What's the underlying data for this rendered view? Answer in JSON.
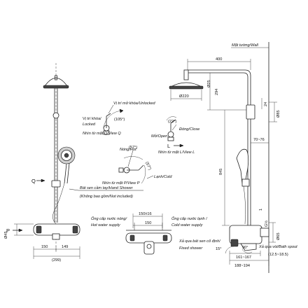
{
  "wall_label": "Mặt tường/Wall",
  "dims": {
    "w400": "400",
    "d220": "Ø220",
    "d25": "Ø25",
    "h294": "294",
    "h24": "24",
    "h85": "Ø85",
    "r7076": "70~76",
    "h845": "845",
    "h1": "1",
    "w150_16": "150±16",
    "w150": "150",
    "w149": "149",
    "w150b": "150",
    "w299": "(299)",
    "d45": "Ø45",
    "w161_167": "161~167",
    "w188_194": "188~194",
    "w12518": "(12.5~18.5)",
    "d15": "15°",
    "d90": "90°",
    "g12": "G½",
    "d65": "Ø65",
    "a22": "(22°)",
    "a57a": "(57°)",
    "a57b": "(57°)",
    "a105": "(105°)"
  },
  "labels": {
    "unlocked_vn": "Vị trí mở khóa/Unlocked",
    "locked_vn": "Vị trí khóa/",
    "locked_en": "Locked",
    "view_q": "Nhìn từ mặt Q/View Q",
    "open_close": "Đóng/Close",
    "open_vn": "Mở/Open",
    "view_l": "Nhìn từ mặt L/View L",
    "hot": "Nóng/Hot",
    "cold": "Lạnh/Cold",
    "view_p": "Nhìn từ mặt P/View P",
    "hand_shower": "Bát sen cầm tay/Hand Shower",
    "not_included": "(Không bao gồm/Not included)",
    "hot_supply_vn": "Ống cấp nước nóng/",
    "hot_supply_en": "Hot water supply",
    "cold_supply_vn": "Ống cấp nước lạnh /",
    "cold_supply_en": "Cold water supply",
    "fixed_vn": "Xả qua bát sen cố định/",
    "fixed_en": "Fixed shower",
    "spout_vn": "Xả qua vòi/Bath spout",
    "letter_q": "Q",
    "letter_p": "P",
    "letter_l": "L"
  }
}
